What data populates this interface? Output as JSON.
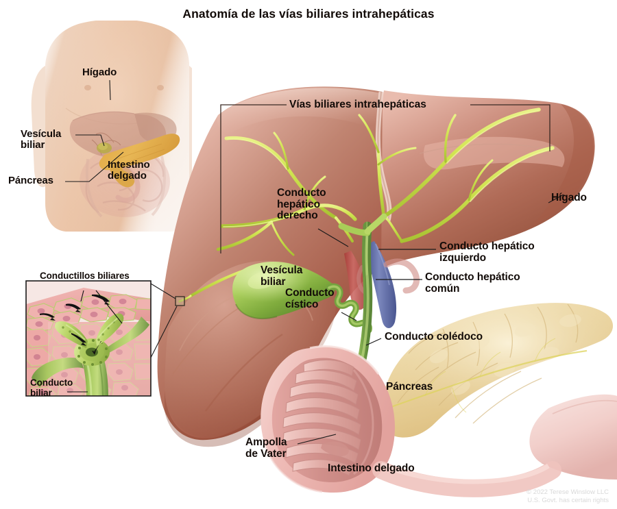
{
  "figure": {
    "title": "Anatomía de las vías biliares intrahepáticas",
    "copyright": "© 2022 Terese Winslow LLC\nU.S. Govt. has certain rights"
  },
  "bracket": {
    "label": "Vías biliares intrahepáticas"
  },
  "torso_inset": {
    "labels": {
      "liver": "Hígado",
      "gallbladder": "Vesícula\nbiliar",
      "pancreas": "Páncreas",
      "small_intestine": "Intestino\ndelgado"
    }
  },
  "detail_inset": {
    "labels": {
      "bile_canaliculi": "Conductillos biliares",
      "bile_duct": "Conducto\nbiliar"
    }
  },
  "main_labels": {
    "right_hepatic_duct": "Conducto\nhepático\nderecho",
    "gallbladder": "Vesícula\nbiliar",
    "cystic_duct": "Conducto\ncístico",
    "liver": "Hígado",
    "left_hepatic_duct": "Conducto hepático\nizquierdo",
    "common_hepatic_duct": "Conducto hepático\ncomún",
    "common_bile_duct": "Conducto colédoco",
    "pancreas": "Páncreas",
    "ampulla_of_vater": "Ampolla\nde Vater",
    "small_intestine": "Intestino delgado"
  },
  "colors": {
    "liver": "#b5705f",
    "liver_light": "#e3ada2",
    "bile_duct_green": "#c8e04a",
    "gallbladder_green": "#7fb03a",
    "common_duct_green": "#6f9e45",
    "pancreas": "#e8cf9a",
    "duodenum_pink": "#e8a9ac",
    "skin": "#e8c4a8",
    "vein_blue": "#6b77b0",
    "artery_red": "#c0514d",
    "leader_line": "#1a1a1a",
    "text": "#120b08"
  }
}
